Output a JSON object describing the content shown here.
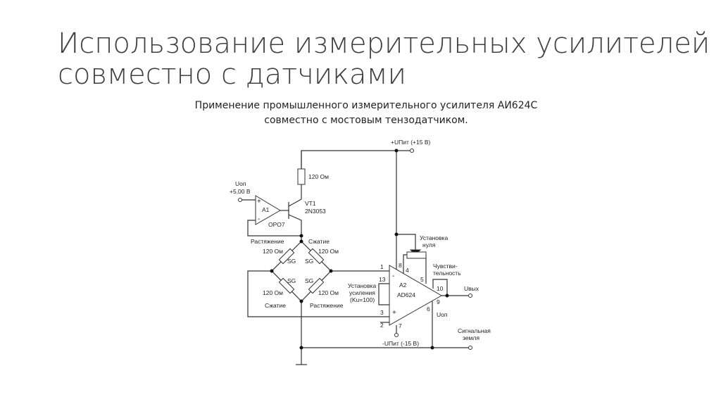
{
  "slide": {
    "title_lines": [
      "Использование измерительных усилителей",
      "совместно с датчиками"
    ],
    "subtitle_lines": [
      "Применение промышленного измерительного усилителя АИ624С",
      "совместно с мостовым тензодатчиком."
    ]
  },
  "circuit": {
    "supply_pos": "+UПит (+15 В)",
    "supply_neg": "-UПит (-15 В)",
    "ref_label": "Uоп",
    "ref_value": "+5,00 В",
    "a1_name": "A1",
    "a1_type": "OPO7",
    "vt1_name": "VT1",
    "vt1_type": "2N3053",
    "r_top": "120 Ом",
    "bridge": {
      "tension": "Растяжение",
      "compression": "Сжатие",
      "resistance": "120 Ом",
      "sg": "SG"
    },
    "a2_name": "A2",
    "a2_type": "AD624",
    "gain_lines": [
      "Установка",
      "усиления",
      "(Ku=100)"
    ],
    "zero_lines": [
      "Установка",
      "нуля"
    ],
    "sens_lines": [
      "Чувстви-",
      "тельность"
    ],
    "out_label": "Uвых",
    "ref_out_label": "Uоп",
    "signal_ground_lines": [
      "Сигнальная",
      "земля"
    ],
    "pins": {
      "p1": "1",
      "p2": "2",
      "p3": "3",
      "p4": "4",
      "p5": "5",
      "p6": "6",
      "p7": "7",
      "p8": "8",
      "p9": "9",
      "p10": "10",
      "p13": "13"
    },
    "plus": "+",
    "minus": "-"
  }
}
